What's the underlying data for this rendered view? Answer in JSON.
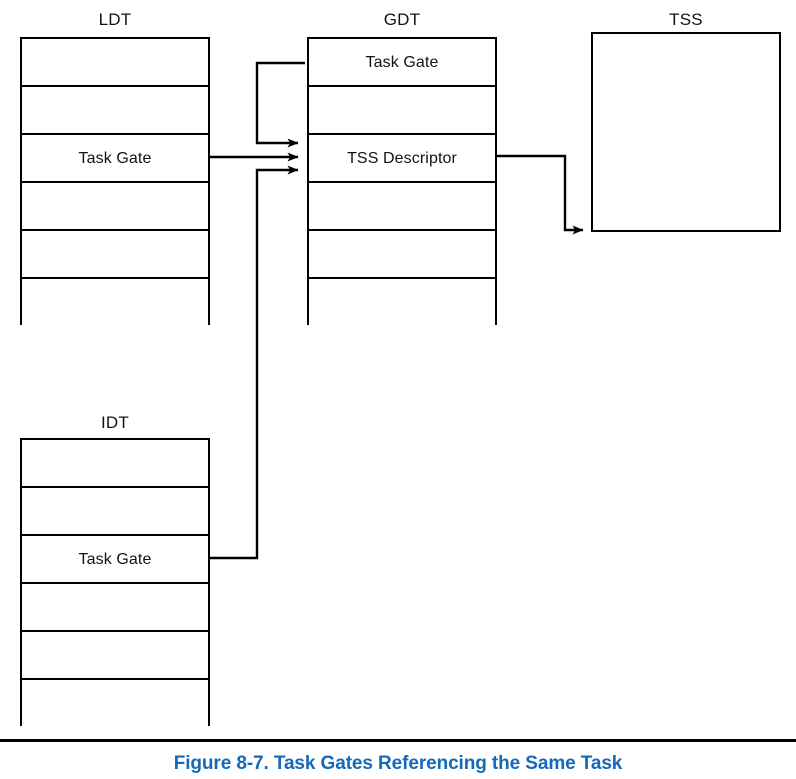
{
  "figure": {
    "caption": "Figure 8-7.  Task Gates Referencing the Same Task",
    "caption_color": "#1569b8",
    "rule_color": "#000000",
    "background": "#ffffff",
    "line_color": "#000000",
    "text_color": "#12121e"
  },
  "tables": [
    {
      "id": "ldt",
      "title": "LDT",
      "rows": [
        {
          "label": ""
        },
        {
          "label": ""
        },
        {
          "label": "Task Gate"
        },
        {
          "label": ""
        },
        {
          "label": ""
        },
        {
          "label": ""
        }
      ]
    },
    {
      "id": "gdt",
      "title": "GDT",
      "rows": [
        {
          "label": "Task Gate"
        },
        {
          "label": ""
        },
        {
          "label": "TSS Descriptor"
        },
        {
          "label": ""
        },
        {
          "label": ""
        },
        {
          "label": ""
        }
      ]
    },
    {
      "id": "idt",
      "title": "IDT",
      "rows": [
        {
          "label": ""
        },
        {
          "label": ""
        },
        {
          "label": "Task Gate"
        },
        {
          "label": ""
        },
        {
          "label": ""
        },
        {
          "label": ""
        }
      ]
    }
  ],
  "tss": {
    "title": "TSS",
    "label": ""
  },
  "connectors": [
    {
      "name": "gdt-task-gate-to-tss-descriptor",
      "from": "gdt.rows.0",
      "to": "gdt.rows.2"
    },
    {
      "name": "ldt-task-gate-to-tss-descriptor",
      "from": "ldt.rows.2",
      "to": "gdt.rows.2"
    },
    {
      "name": "idt-task-gate-to-tss-descriptor",
      "from": "idt.rows.2",
      "to": "gdt.rows.2"
    },
    {
      "name": "tss-descriptor-to-tss",
      "from": "gdt.rows.2",
      "to": "tss"
    }
  ]
}
